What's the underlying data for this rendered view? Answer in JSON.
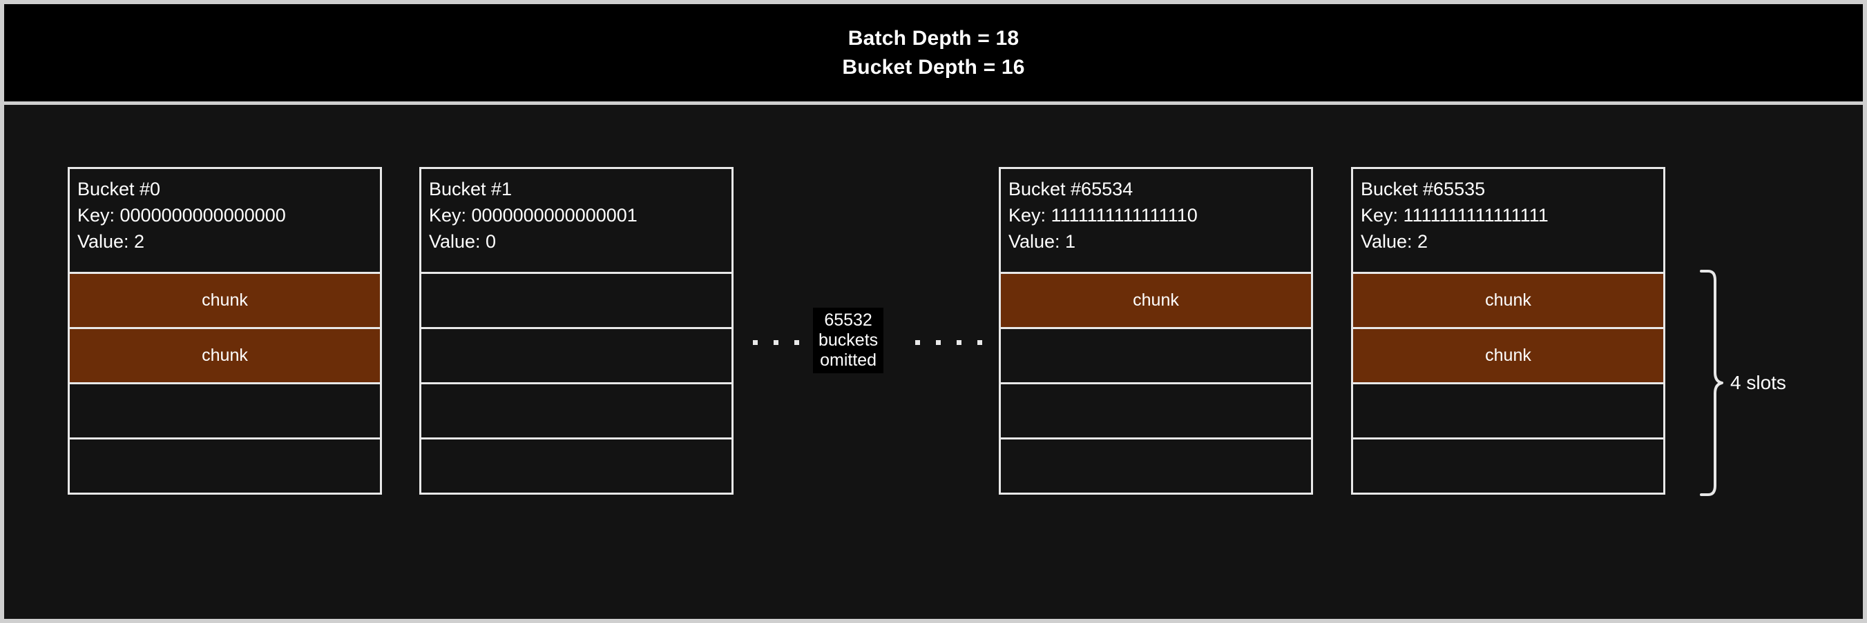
{
  "header": {
    "lines": [
      "Batch Depth = 18",
      "Bucket Depth = 16"
    ]
  },
  "colors": {
    "background": "#131313",
    "header_background": "#000000",
    "stroke": "#e8e8e8",
    "chunk_fill": "#6b2d08",
    "text": "#ffffff"
  },
  "buckets": [
    {
      "title": "Bucket #0",
      "key_line": "Key: 0000000000000000",
      "value_line": "Value: 2",
      "slots": [
        {
          "label": "chunk",
          "filled": true
        },
        {
          "label": "chunk",
          "filled": true
        },
        {
          "label": "",
          "filled": false
        },
        {
          "label": "",
          "filled": false
        }
      ]
    },
    {
      "title": "Bucket #1",
      "key_line": "Key: 0000000000000001",
      "value_line": "Value: 0",
      "slots": [
        {
          "label": "",
          "filled": false
        },
        {
          "label": "",
          "filled": false
        },
        {
          "label": "",
          "filled": false
        },
        {
          "label": "",
          "filled": false
        }
      ]
    },
    {
      "title": "Bucket #65534",
      "key_line": "Key: 1111111111111110",
      "value_line": "Value: 1",
      "slots": [
        {
          "label": "chunk",
          "filled": true
        },
        {
          "label": "",
          "filled": false
        },
        {
          "label": "",
          "filled": false
        },
        {
          "label": "",
          "filled": false
        }
      ]
    },
    {
      "title": "Bucket #65535",
      "key_line": "Key: 1111111111111111",
      "value_line": "Value: 2",
      "slots": [
        {
          "label": "chunk",
          "filled": true
        },
        {
          "label": "chunk",
          "filled": true
        },
        {
          "label": "",
          "filled": false
        },
        {
          "label": "",
          "filled": false
        }
      ]
    }
  ],
  "omitted": {
    "count_line": "65532",
    "unit_line": "buckets",
    "state_line": "omitted",
    "dots_per_side": 4
  },
  "brace": {
    "label": "4 slots"
  }
}
